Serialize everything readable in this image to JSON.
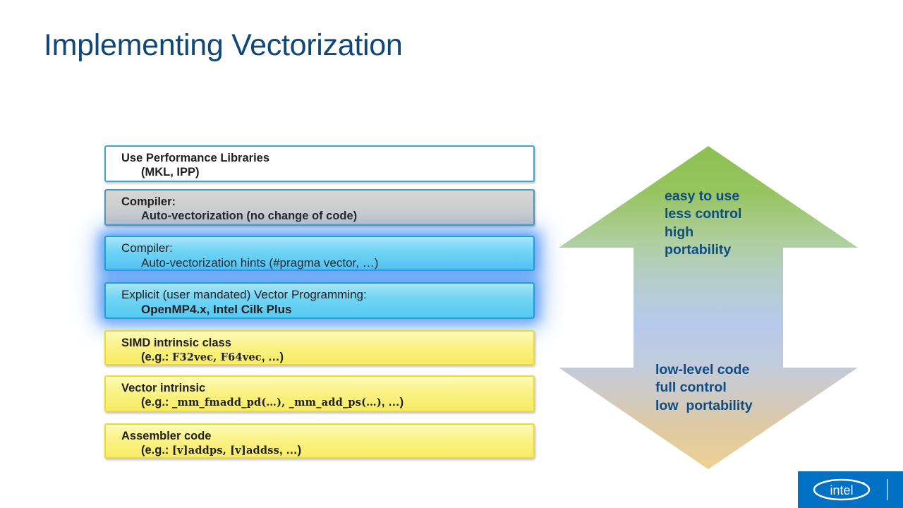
{
  "slide": {
    "title": "Implementing Vectorization",
    "title_color": "#0f4878",
    "background": "#ffffff"
  },
  "stack": {
    "name": "vectorization-approach-stack",
    "boxes": [
      {
        "id": "use-performance-libraries",
        "line1": "Use Performance Libraries",
        "line2": "(MKL, IPP)",
        "style": "white",
        "fill": "#ffffff",
        "border": "#3ba6d4"
      },
      {
        "id": "compiler-auto-vectorization",
        "line1": "Compiler:",
        "line2": "Auto-vectorization (no change of code)",
        "style": "grey",
        "fill": "#d0d0d0",
        "border": "#4897bd"
      },
      {
        "id": "compiler-auto-vectorization-hints",
        "line1": "Compiler:",
        "line2": "Auto-vectorization hints (#pragma vector, …)",
        "style": "cyan",
        "fill": "#6fd4f4",
        "border": "#1ba0d8",
        "highlighted": true
      },
      {
        "id": "explicit-vector-programming",
        "line1": "Explicit (user mandated) Vector Programming:",
        "line2": "OpenMP4.x, Intel Cilk Plus",
        "style": "cyan",
        "fill": "#6fd4f4",
        "border": "#1ba0d8",
        "highlighted": true
      },
      {
        "id": "simd-intrinsic-class",
        "line1": "SIMD intrinsic class",
        "line2_prefix": "(e.g.: ",
        "line2_code": "F32vec, F64vec",
        "line2_suffix": ", …)",
        "style": "yellow",
        "fill": "#faf38a",
        "border": "#e9d93a"
      },
      {
        "id": "vector-intrinsic",
        "line1": "Vector intrinsic",
        "line2_prefix": "(e.g.: ",
        "line2_code": "_mm_fmadd_pd(…), _mm_add_ps(…)",
        "line2_suffix": ", …)",
        "style": "yellow",
        "fill": "#faf38a",
        "border": "#e9d93a"
      },
      {
        "id": "assembler-code",
        "line1": "Assembler code",
        "line2_prefix": "(e.g.: ",
        "line2_code": "[v]addps, [v]addss",
        "line2_suffix": ", …)",
        "style": "yellow",
        "fill": "#faf38a",
        "border": "#e9d93a"
      }
    ]
  },
  "arrow": {
    "name": "tradeoff-double-arrow",
    "top_color": "#8dc04a",
    "middle_color": "#b5c9ea",
    "bottom_color": "#e6c37a",
    "caption_color": "#0f4c81",
    "top_caption": "easy to use\nless control\nhigh\nportability",
    "bottom_caption": "low-level code\nfull control\nlow  portability"
  },
  "logo": {
    "name": "intel-logo",
    "text": "intel",
    "background": "#0071c5"
  }
}
